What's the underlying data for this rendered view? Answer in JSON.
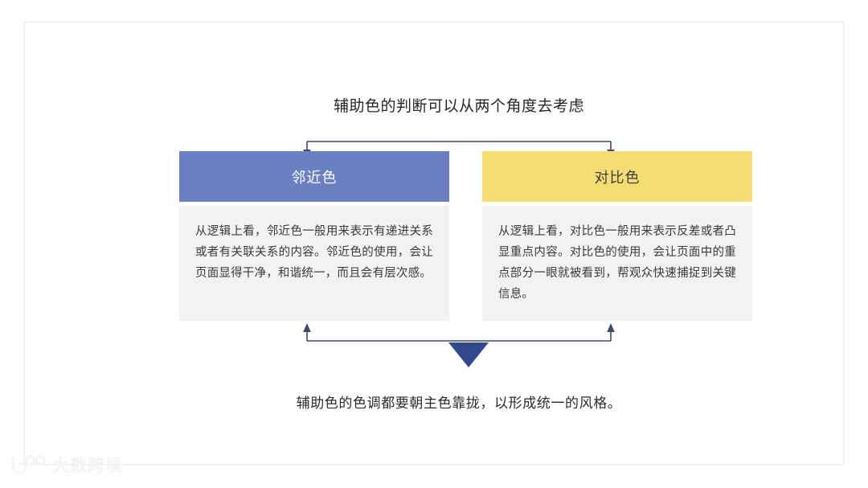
{
  "slide": {
    "headline": "辅助色的判断可以从两个角度去考虑",
    "footnote": "辅助色的色调都要朝主色靠拢，以形成统一的风格。",
    "columns": [
      {
        "title": "邻近色",
        "body": "从逻辑上看，邻近色一般用来表示有递进关系或者有关联关系的内容。邻近色的使用，会让页面显得干净，和谐统一，而且会有层次感。",
        "header_color": "#6b7fc3",
        "header_text_color": "#ffffff",
        "body_color": "#f2f2f2"
      },
      {
        "title": "对比色",
        "body": "从逻辑上看，对比色一般用来表示反差或者凸显重点内容。对比色的使用，会让页面中的重点部分一眼就被看到，帮观众快速捕捉到关键信息。",
        "header_color": "#f5dc73",
        "header_text_color": "#3d3d3d",
        "body_color": "#f2f2f2"
      }
    ],
    "connectors": {
      "top_bracket_color": "#3f4a66",
      "bottom_bracket_color": "#3f4a66",
      "triangle_color": "#32488c"
    }
  },
  "watermark": {
    "text": "大数跨境",
    "mark": "logo-mark-icon",
    "color": "#f4f4f4"
  }
}
